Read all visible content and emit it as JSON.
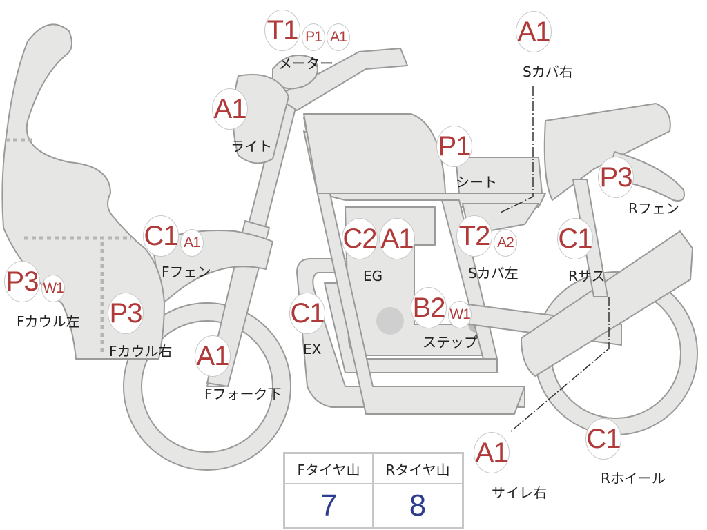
{
  "colors": {
    "code": "#b03a3a",
    "body": "#e6e6e4",
    "outline": "#9a9a9a",
    "value": "#2c3d8f"
  },
  "parts": {
    "meter": {
      "codes": [
        "T1",
        "P1",
        "A1"
      ],
      "label": "メーター"
    },
    "light": {
      "codes": [
        "A1"
      ],
      "label": "ライト"
    },
    "s_cover_right": {
      "codes": [
        "A1"
      ],
      "label": "Sカバ右"
    },
    "seat": {
      "codes": [
        "P1"
      ],
      "label": "シート"
    },
    "r_fender": {
      "codes": [
        "P3"
      ],
      "label": "Rフェン"
    },
    "f_fender": {
      "codes": [
        "C1",
        "A1"
      ],
      "label": "Fフェン"
    },
    "engine": {
      "codes": [
        "C2",
        "A1"
      ],
      "label": "EG"
    },
    "s_cover_left": {
      "codes": [
        "T2",
        "A2"
      ],
      "label": "Sカバ左"
    },
    "r_suspension": {
      "codes": [
        "C1"
      ],
      "label": "Rサス"
    },
    "f_cowl_left": {
      "codes": [
        "P3",
        "W1"
      ],
      "label": "Fカウル左"
    },
    "f_cowl_right": {
      "codes": [
        "P3"
      ],
      "label": "Fカウル右"
    },
    "exhaust": {
      "codes": [
        "C1"
      ],
      "label": "EX"
    },
    "step": {
      "codes": [
        "B2",
        "W1"
      ],
      "label": "ステップ"
    },
    "f_fork_lower": {
      "codes": [
        "A1"
      ],
      "label": "Fフォーク下"
    },
    "silencer_right": {
      "codes": [
        "A1"
      ],
      "label": "サイレ右"
    },
    "r_wheel": {
      "codes": [
        "C1"
      ],
      "label": "Rホイール"
    }
  },
  "tire_table": {
    "headers": [
      "Fタイヤ山",
      "Rタイヤ山"
    ],
    "values": [
      "7",
      "8"
    ]
  }
}
